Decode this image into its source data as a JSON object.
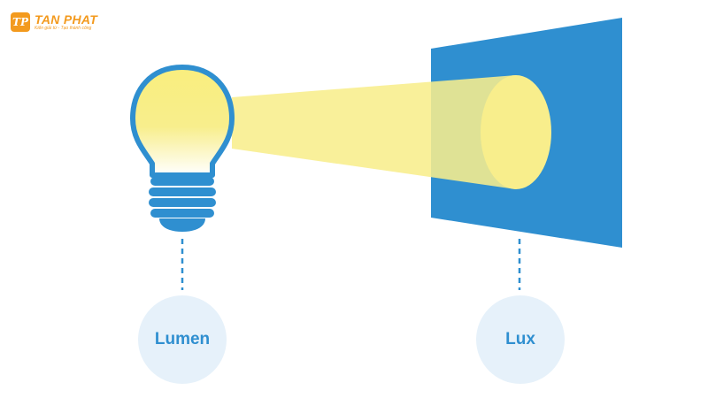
{
  "brand": {
    "mark": "TP",
    "name": "TAN PHAT",
    "tagline": "Kiến giải từ - Tạo thành công"
  },
  "labels": {
    "lumen": "Lumen",
    "lux": "Lux"
  },
  "icons": [
    "light-bulb-icon",
    "projection-screen-icon"
  ],
  "colors": {
    "blue": "#2f8fd0",
    "light_yellow": "#f8ee8c",
    "bulb_glow": "#f9ee7e",
    "label_circle": "#e6f1fa",
    "brand_orange": "#f39a1e"
  }
}
